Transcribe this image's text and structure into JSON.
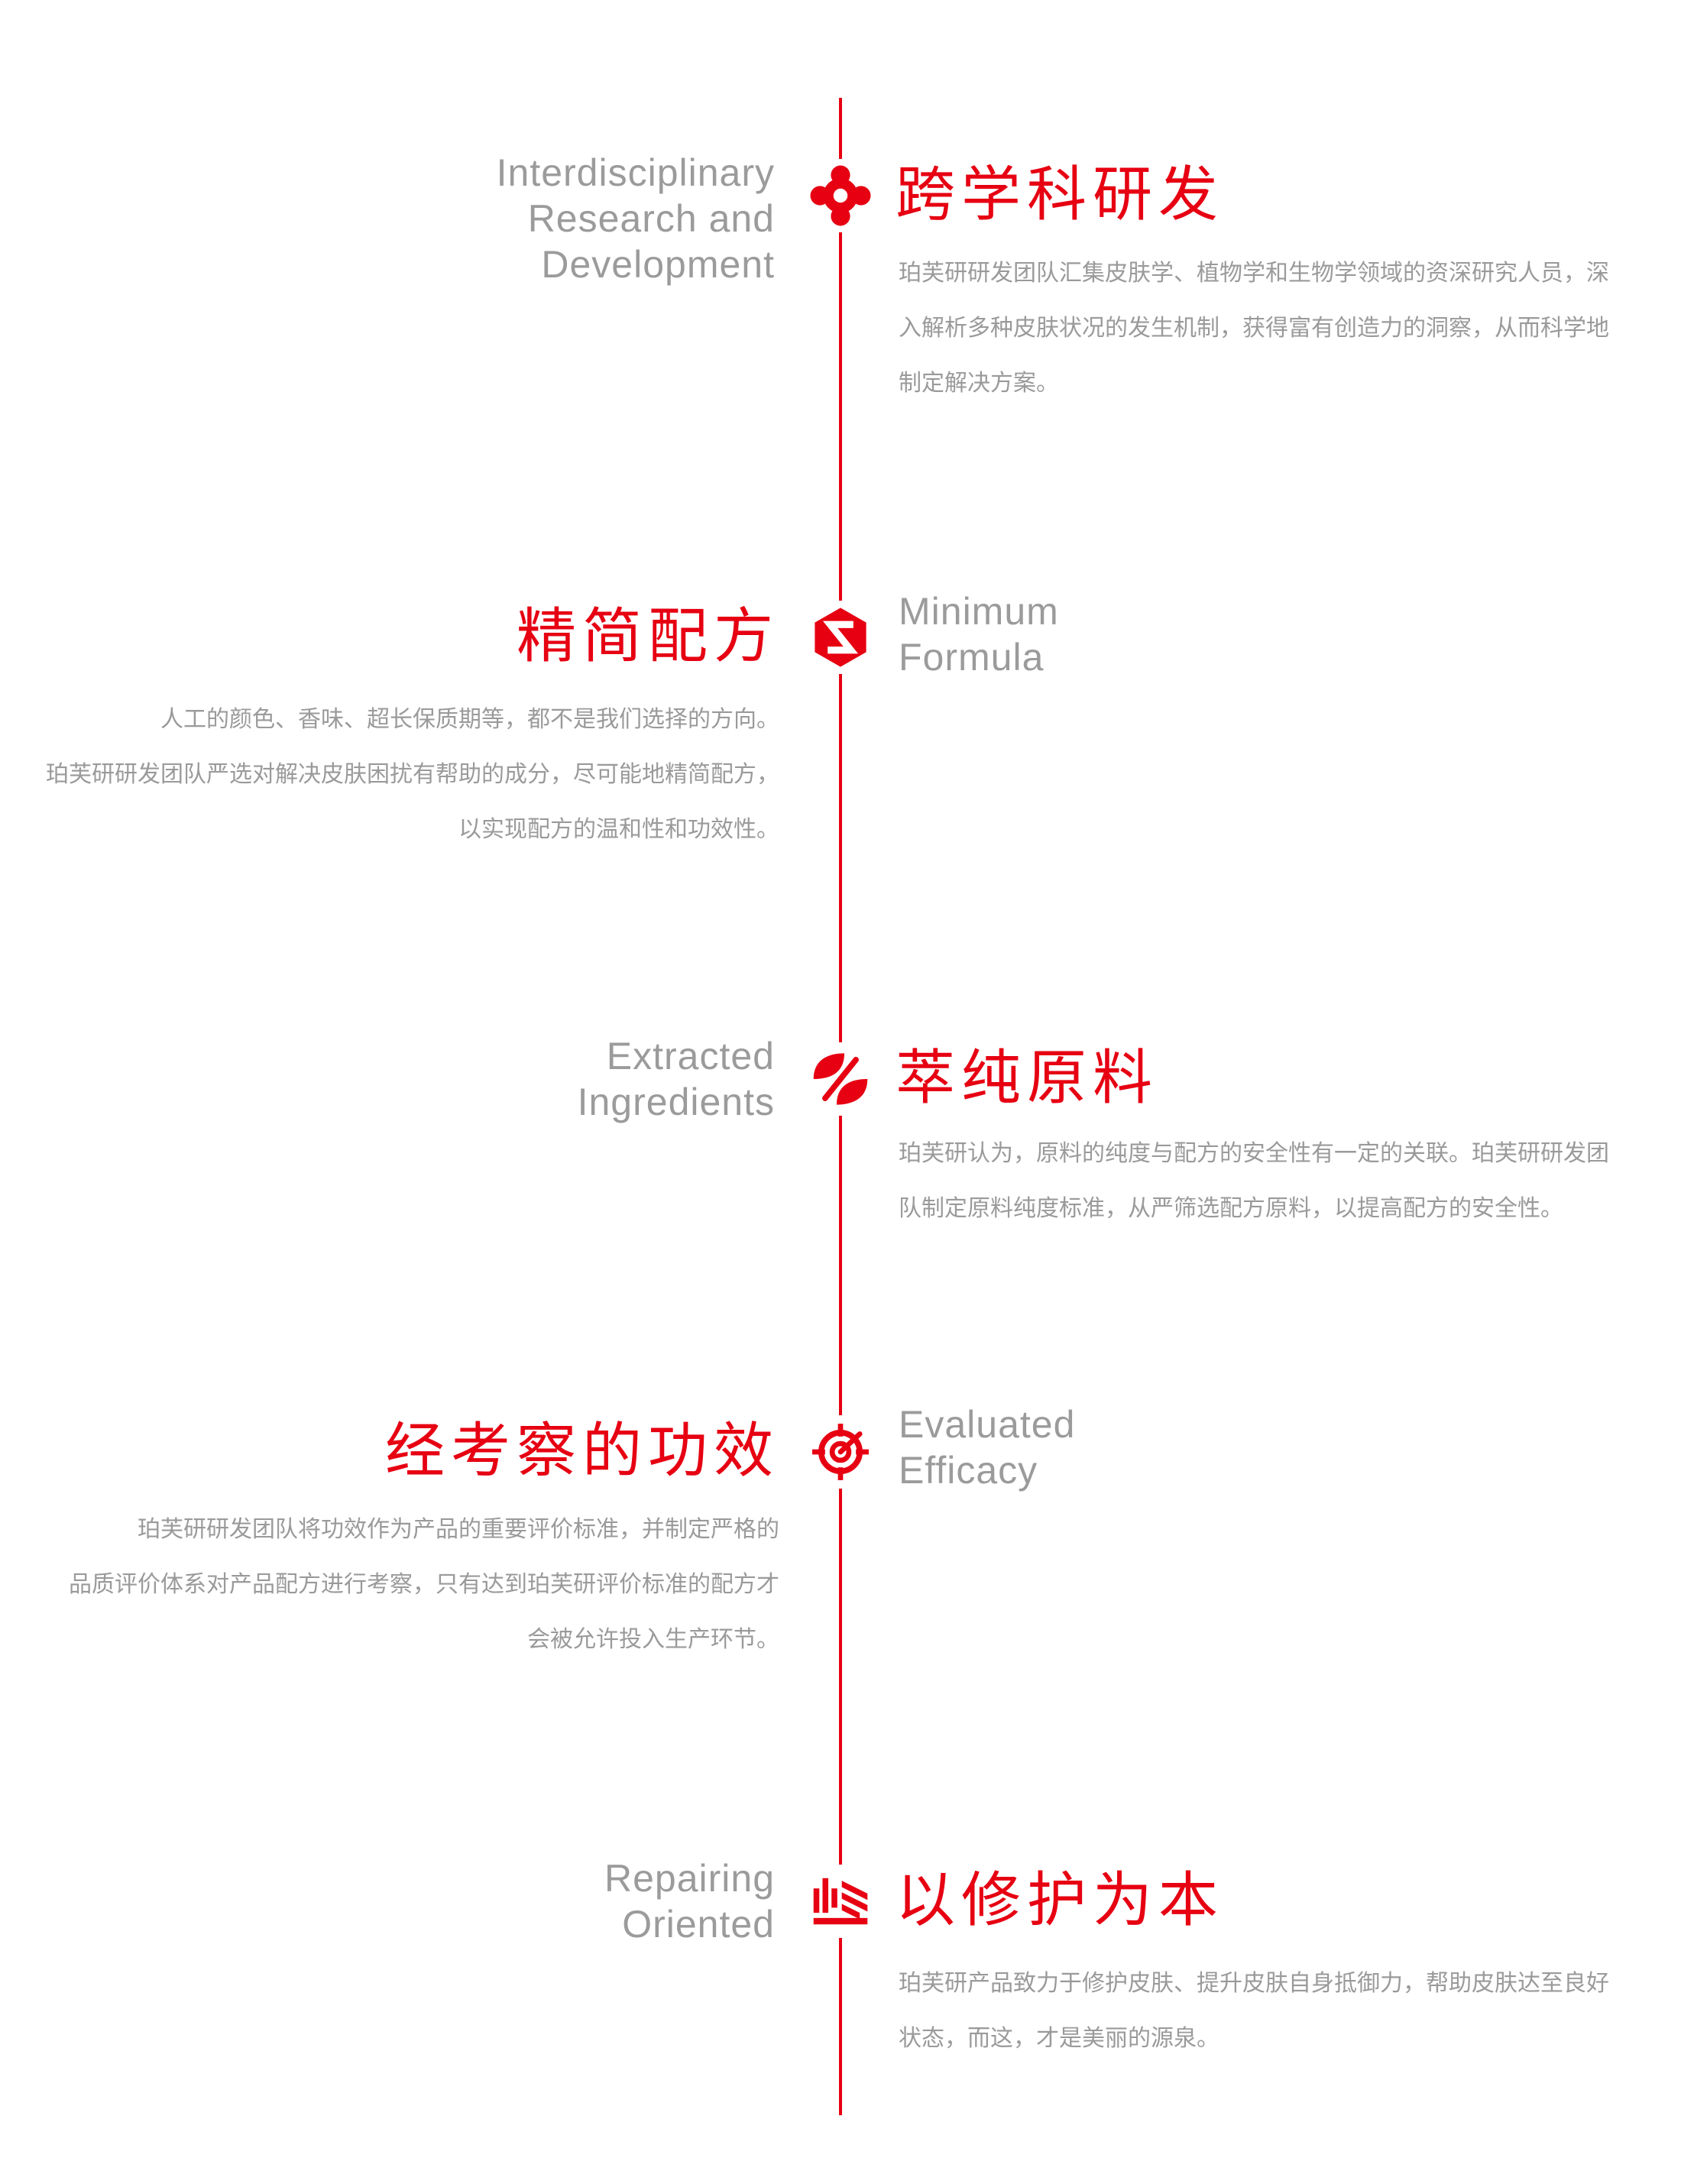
{
  "colors": {
    "accent": "#e60012",
    "text_gray": "#9a9a9a"
  },
  "sections": [
    {
      "icon": "flower-cross-icon",
      "en_lines": [
        "Interdisciplinary",
        "Research and",
        "Development"
      ],
      "zh_title": "跨学科研发",
      "desc_lines": [
        "珀芙研研发团队汇集皮肤学、植物学和生物学领域的资深研究人员，深",
        "入解析多种皮肤状况的发生机制，获得富有创造力的洞察，从而科学地",
        "制定解决方案。"
      ]
    },
    {
      "icon": "hexagon-s-icon",
      "en_lines": [
        "Minimum",
        "Formula"
      ],
      "zh_title": "精简配方",
      "desc_lines": [
        "人工的颜色、香味、超长保质期等，都不是我们选择的方向。",
        "珀芙研研发团队严选对解决皮肤困扰有帮助的成分，尽可能地精简配方，",
        "以实现配方的温和性和功效性。"
      ]
    },
    {
      "icon": "leaf-percent-icon",
      "en_lines": [
        "Extracted",
        "Ingredients"
      ],
      "zh_title": "萃纯原料",
      "desc_lines": [
        "珀芙研认为，原料的纯度与配方的安全性有一定的关联。珀芙研研发团",
        "队制定原料纯度标准，从严筛选配方原料，以提高配方的安全性。"
      ]
    },
    {
      "icon": "target-icon",
      "en_lines": [
        "Evaluated",
        "Efficacy"
      ],
      "zh_title": "经考察的功效",
      "desc_lines": [
        "珀芙研研发团队将功效作为产品的重要评价标准，并制定严格的",
        "品质评价体系对产品配方进行考察，只有达到珀芙研评价标准的配方才",
        "会被允许投入生产环节。"
      ]
    },
    {
      "icon": "stripes-icon",
      "en_lines": [
        "Repairing",
        "Oriented"
      ],
      "zh_title": "以修护为本",
      "desc_lines": [
        "珀芙研产品致力于修护皮肤、提升皮肤自身抵御力，帮助皮肤达至良好",
        "状态，而这，才是美丽的源泉。"
      ]
    }
  ]
}
